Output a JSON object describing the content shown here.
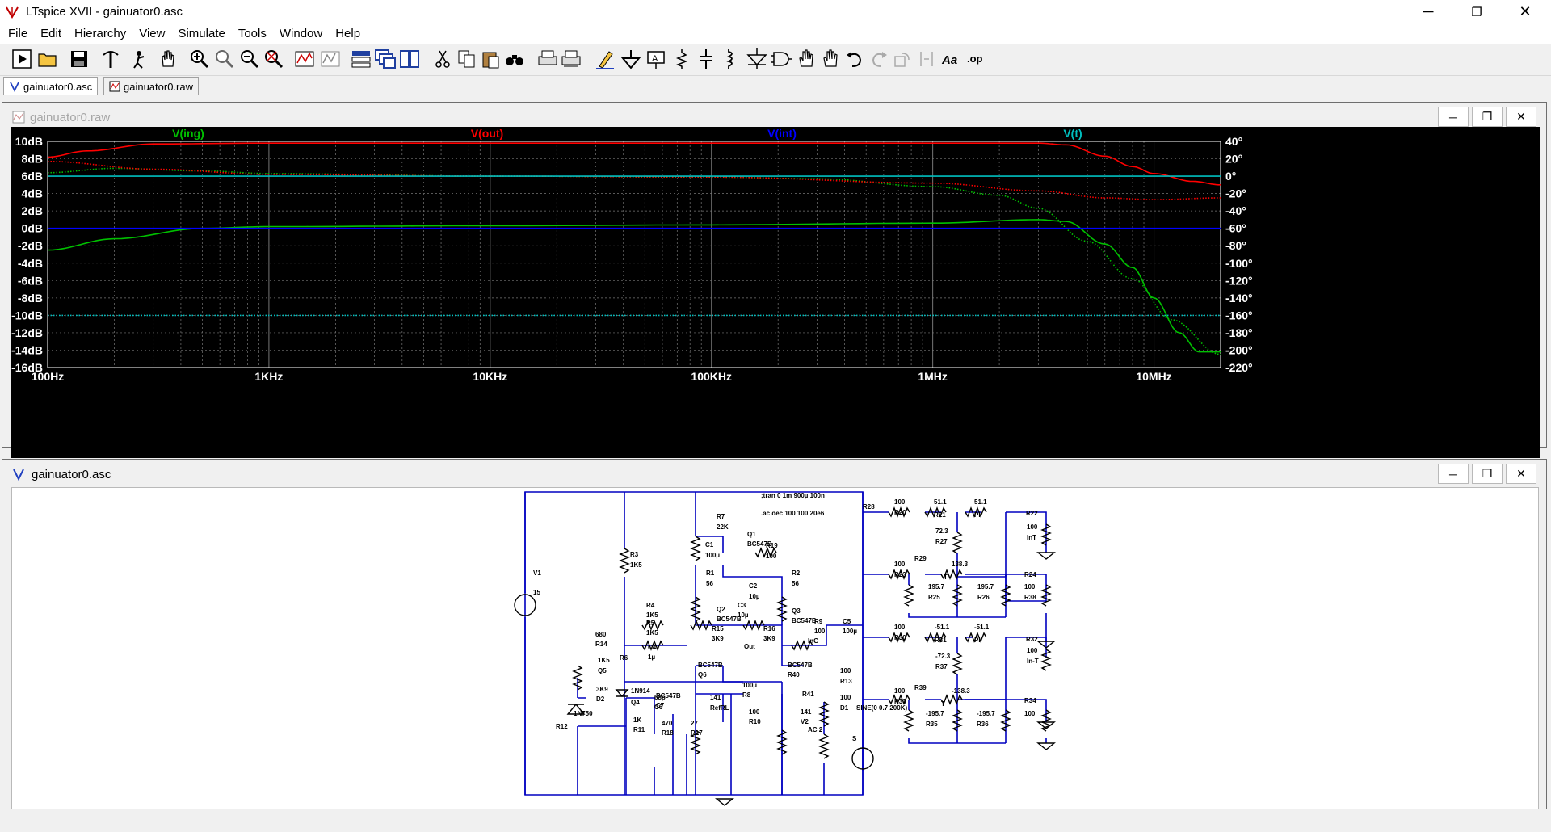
{
  "window": {
    "title": "LTspice XVII - gainuator0.asc",
    "minimize": "─",
    "restore": "❐",
    "close": "✕"
  },
  "menu": [
    "File",
    "Edit",
    "Hierarchy",
    "View",
    "Simulate",
    "Tools",
    "Window",
    "Help"
  ],
  "tabs": [
    {
      "label": "gainuator0.asc",
      "icon": "schematic-icon"
    },
    {
      "label": "gainuator0.raw",
      "icon": "waveform-icon"
    }
  ],
  "plot_window": {
    "title": "gainuator0.raw"
  },
  "schematic_window": {
    "title": "gainuator0.asc"
  },
  "colors": {
    "ing": "#00c000",
    "out": "#ff0000",
    "int": "#0000ff",
    "t": "#00c0c0",
    "axis": "#ffffff",
    "grid": "#777777"
  },
  "chart_data": {
    "type": "line",
    "x_scale": "log",
    "xlim": [
      100,
      20000000
    ],
    "x_ticks": [
      "100Hz",
      "1KHz",
      "10KHz",
      "100KHz",
      "1MHz",
      "10MHz"
    ],
    "ylim_left": [
      -16,
      10
    ],
    "y_ticks_left": [
      "10dB",
      "8dB",
      "6dB",
      "4dB",
      "2dB",
      "0dB",
      "-2dB",
      "-4dB",
      "-6dB",
      "-8dB",
      "-10dB",
      "-12dB",
      "-14dB",
      "-16dB"
    ],
    "ylim_right": [
      -220,
      40
    ],
    "y_ticks_right": [
      "40°",
      "20°",
      "0°",
      "-20°",
      "-40°",
      "-60°",
      "-80°",
      "-100°",
      "-120°",
      "-140°",
      "-160°",
      "-180°",
      "-200°",
      "-220°"
    ],
    "series": [
      {
        "name": "V(ing)",
        "color": "#00c000",
        "magnitude": {
          "x": [
            100,
            200,
            500,
            1000,
            10000,
            100000,
            1000000,
            3000000,
            4000000,
            6000000,
            8000000,
            10000000,
            13000000,
            16000000,
            20000000
          ],
          "y": [
            -2.5,
            -1.2,
            0,
            0.2,
            0.3,
            0.4,
            0.6,
            1.0,
            0.8,
            -1.8,
            -4.5,
            -8.0,
            -12.0,
            -14.2,
            -14.2
          ]
        },
        "phase": {
          "x": [
            100,
            200,
            500,
            1000,
            10000,
            100000,
            300000,
            1000000,
            2000000,
            3000000,
            5000000,
            8000000,
            12000000,
            20000000
          ],
          "y": [
            4,
            9,
            6,
            3,
            0,
            -1,
            -3,
            -12,
            -22,
            -37,
            -75,
            -118,
            -165,
            -205
          ]
        }
      },
      {
        "name": "V(out)",
        "color": "#ff0000",
        "magnitude": {
          "x": [
            100,
            150,
            300,
            1000,
            100000,
            1000000,
            3000000,
            4000000,
            6000000,
            8000000,
            10000000,
            15000000,
            20000000
          ],
          "y": [
            8.2,
            8.9,
            9.7,
            9.8,
            9.8,
            9.8,
            9.8,
            9.6,
            8.3,
            7.1,
            6.3,
            5.4,
            5.0
          ]
        },
        "phase": {
          "x": [
            100,
            300,
            1000,
            10000,
            100000,
            1000000,
            3000000,
            6000000,
            10000000,
            20000000
          ],
          "y": [
            17,
            8,
            2,
            0,
            -1,
            -8,
            -17,
            -25,
            -27,
            -25
          ]
        }
      },
      {
        "name": "V(int)",
        "color": "#0000ff",
        "magnitude": {
          "x": [
            100,
            20000000
          ],
          "y": [
            0,
            0
          ]
        }
      },
      {
        "name": "V(t)",
        "color": "#00c0c0",
        "magnitude": {
          "x": [
            100,
            20000000
          ],
          "y": [
            6,
            6
          ]
        },
        "phase": {
          "x": [
            100,
            20000000
          ],
          "y": [
            -160,
            -160
          ]
        }
      }
    ]
  },
  "schematic": {
    "directives": [
      ";tran 0 1m 900µ 100n",
      ".ac dec 100 100 20e6"
    ],
    "labels": [
      {
        "t": "V1"
      },
      {
        "t": "15"
      },
      {
        "t": "R3"
      },
      {
        "t": "1K5"
      },
      {
        "t": "R7"
      },
      {
        "t": "22K"
      },
      {
        "t": "Q1"
      },
      {
        "t": "BC547B"
      },
      {
        "t": "C1"
      },
      {
        "t": "100µ"
      },
      {
        "t": "R19"
      },
      {
        "t": "100"
      },
      {
        "t": "R1"
      },
      {
        "t": "56"
      },
      {
        "t": "R2"
      },
      {
        "t": "56"
      },
      {
        "t": "C2"
      },
      {
        "t": "10µ"
      },
      {
        "t": "R4"
      },
      {
        "t": "1K5"
      },
      {
        "t": "Q2"
      },
      {
        "t": "BC547B"
      },
      {
        "t": "C3"
      },
      {
        "t": "10µ"
      },
      {
        "t": "Q3"
      },
      {
        "t": "BC547B"
      },
      {
        "t": "R9"
      },
      {
        "t": "100"
      },
      {
        "t": "C5"
      },
      {
        "t": "100µ"
      },
      {
        "t": "R5"
      },
      {
        "t": "1K5"
      },
      {
        "t": "R15"
      },
      {
        "t": "3K9"
      },
      {
        "t": "R16"
      },
      {
        "t": "3K9"
      },
      {
        "t": "InG"
      },
      {
        "t": "C4"
      },
      {
        "t": "1µ"
      },
      {
        "t": "Out"
      },
      {
        "t": "R6"
      },
      {
        "t": "680"
      },
      {
        "t": "R14"
      },
      {
        "t": "1K5"
      },
      {
        "t": "Q5"
      },
      {
        "t": "BC547B"
      },
      {
        "t": "Q6"
      },
      {
        "t": "BC547B"
      },
      {
        "t": "R40"
      },
      {
        "t": "100"
      },
      {
        "t": "R13"
      },
      {
        "t": "3K9"
      },
      {
        "t": "D2"
      },
      {
        "t": "1N914"
      },
      {
        "t": "Q4"
      },
      {
        "t": "BC547B"
      },
      {
        "t": "C7"
      },
      {
        "t": "68p"
      },
      {
        "t": "C6"
      },
      {
        "t": "100µ"
      },
      {
        "t": "R8"
      },
      {
        "t": "141"
      },
      {
        "t": "RefRL"
      },
      {
        "t": "R41"
      },
      {
        "t": "100"
      },
      {
        "t": "D1"
      },
      {
        "t": "1N750"
      },
      {
        "t": "R12"
      },
      {
        "t": "1K"
      },
      {
        "t": "R11"
      },
      {
        "t": "470"
      },
      {
        "t": "R18"
      },
      {
        "t": "27"
      },
      {
        "t": "R17"
      },
      {
        "t": "100"
      },
      {
        "t": "R10"
      },
      {
        "t": "141"
      },
      {
        "t": "V2"
      },
      {
        "t": "SINE(0 0.7 200K)"
      },
      {
        "t": "AC 2"
      },
      {
        "t": "S"
      },
      {
        "t": "R28"
      },
      {
        "t": "100"
      },
      {
        "t": "R20"
      },
      {
        "t": "51.1"
      },
      {
        "t": "R21"
      },
      {
        "t": "51.1"
      },
      {
        "t": "PI"
      },
      {
        "t": "R22"
      },
      {
        "t": "72.3"
      },
      {
        "t": "R27"
      },
      {
        "t": "100"
      },
      {
        "t": "InT"
      },
      {
        "t": "R29"
      },
      {
        "t": "100"
      },
      {
        "t": "R23"
      },
      {
        "t": "138.3"
      },
      {
        "t": "T"
      },
      {
        "t": "R24"
      },
      {
        "t": "195.7"
      },
      {
        "t": "R25"
      },
      {
        "t": "195.7"
      },
      {
        "t": "R26"
      },
      {
        "t": "100"
      },
      {
        "t": "R38"
      },
      {
        "t": "100"
      },
      {
        "t": "R30"
      },
      {
        "t": "-51.1"
      },
      {
        "t": "R31"
      },
      {
        "t": "-51.1"
      },
      {
        "t": "PI"
      },
      {
        "t": "R32"
      },
      {
        "t": "-72.3"
      },
      {
        "t": "R37"
      },
      {
        "t": "100"
      },
      {
        "t": "In-T"
      },
      {
        "t": "R39"
      },
      {
        "t": "100"
      },
      {
        "t": "R33"
      },
      {
        "t": "-138.3"
      },
      {
        "t": "T"
      },
      {
        "t": "R34"
      },
      {
        "t": "-195.7"
      },
      {
        "t": "R35"
      },
      {
        "t": "-195.7"
      },
      {
        "t": "R36"
      },
      {
        "t": "100"
      }
    ]
  }
}
